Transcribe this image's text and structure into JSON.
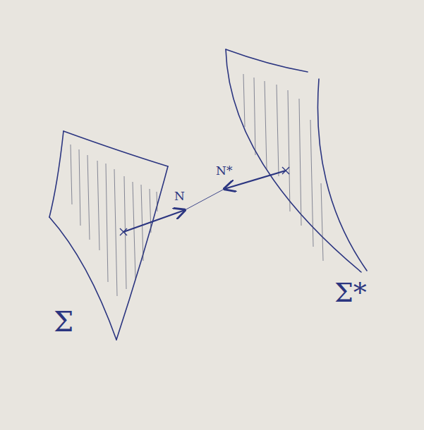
{
  "diagram": {
    "labels": [
      "N",
      "N*",
      "Σ",
      "Σ*"
    ]
  }
}
